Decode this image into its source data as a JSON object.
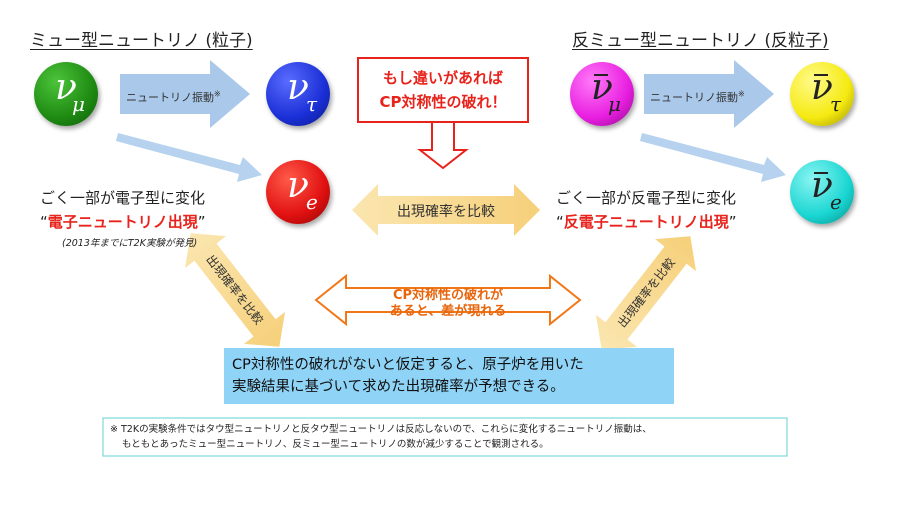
{
  "headings": {
    "left": "ミュー型ニュートリノ (粒子)",
    "right": "反ミュー型ニュートリノ (反粒子)"
  },
  "particles": {
    "nu_mu": {
      "symbol": "ν",
      "sub": "μ"
    },
    "nu_tau": {
      "symbol": "ν",
      "sub": "τ"
    },
    "nu_e": {
      "symbol": "ν",
      "sub": "e"
    },
    "anti_nu_mu": {
      "symbol": "ν",
      "sub": "μ"
    },
    "anti_nu_tau": {
      "symbol": "ν",
      "sub": "τ"
    },
    "anti_nu_e": {
      "symbol": "ν",
      "sub": "e"
    }
  },
  "oscillation_label_left": "ニュートリノ振動",
  "oscillation_label_right": "ニュートリノ振動",
  "asterisk": "※",
  "cp_box": {
    "line1": "もし違いがあれば",
    "line2": "CP対称性の破れ！"
  },
  "compare_center": "出現確率を比較",
  "compare_left": "出現確率を比較",
  "compare_right": "出現確率を比較",
  "left_text": {
    "line1": "ごく一部が電子型に変化",
    "quote_open": "“",
    "highlight": "電子ニュートリノ出現",
    "quote_close": "”",
    "note": "(2013年までにT2K実験が発見)"
  },
  "right_text": {
    "line1": "ごく一部が反電子型に変化",
    "quote_open": "“",
    "highlight": "反電子ニュートリノ出現",
    "quote_close": "”"
  },
  "middle_arrow": {
    "line1": "CP対称性の破れが",
    "line2": "あると、差が現れる"
  },
  "blue_box": {
    "line1": "CP対称性の破れがないと仮定すると、原子炉を用いた",
    "line2": "実験結果に基づいて求めた出現確率が予想できる。"
  },
  "footnote": {
    "mark": "※",
    "line1": "T2Kの実験条件ではタウ型ニュートリノと反タウ型ニュートリノは反応しないので、これらに変化するニュートリノ振動は、",
    "line2": "もともとあったミュー型ニュートリノ、反ミュー型ニュートリノの数が減少することで観測される。"
  },
  "colors": {
    "nu_mu": "#1e8a12",
    "nu_tau": "#1a2fd6",
    "nu_e": "#e01010",
    "anti_nu_mu": "#e81ee0",
    "anti_nu_tau": "#f5ea10",
    "anti_nu_e": "#19d6d2",
    "blue_arrow": "#a9c8ea",
    "yellow_arrow": "#f6d58a",
    "orange_arrow": "#f07818",
    "red": "#e8231c",
    "blue_box": "#8fd3f6",
    "footnote_border": "#7fd8dc"
  }
}
